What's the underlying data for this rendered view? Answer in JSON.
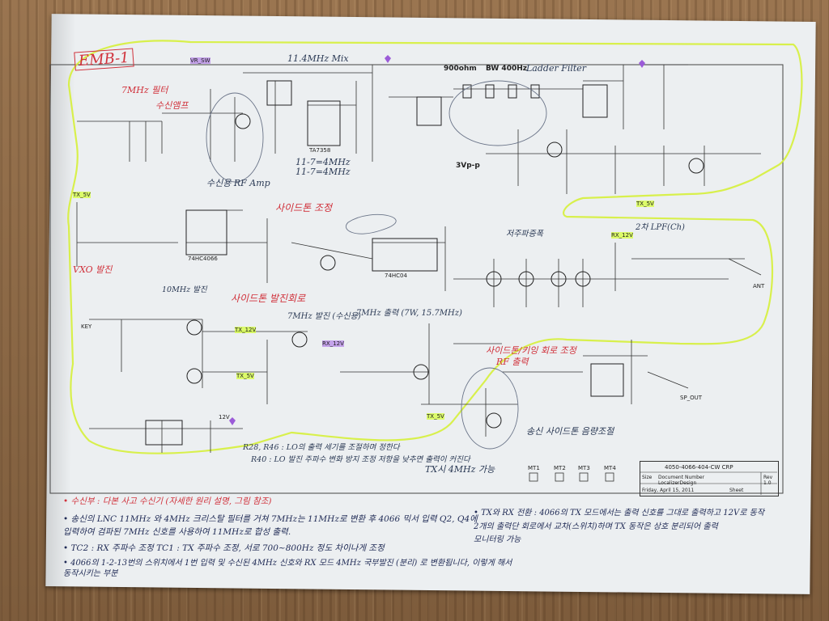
{
  "title_tag": "EMB-1",
  "sections": {
    "lpf7": "7MHz 필터",
    "rx_amp": "수신앰프",
    "rf_amp": "수신용 RF Amp",
    "mix": "11.4MHz Mix",
    "crystal_filter_freq": "900ohm",
    "crystal_filter_bw": "BW 400Hz",
    "crystal_filter_label": "Ladder Filter",
    "osc_note": "11-7=4MHz\n11-7=4MHz",
    "vfo_label": "3Vp-p",
    "side_tone": "사이드톤 조정",
    "vxo": "VXO 발진",
    "side_tone_ckt": "사이드톤 발진회로",
    "ld_note": "7MHz 발진 (수신용)",
    "tx_amp_note": "7MHz 출력 (7W, 15.7MHz)",
    "lpf_out": "2차 LPF(Ch)",
    "pa_note": "저주파증폭",
    "bpf_note": "사이드톤/키잉 회로 조정",
    "rf_out_note": "RF 출력",
    "audio_note": "송신 사이드톤 음량조절",
    "tx_note": "TX시 4MHz 가능",
    "rss_note": "R28, R46 : LO의 출력 세기를 조절하며 정한다",
    "rss_note2": "R40 : LO 발진 주파수 변화 방지 조정 저항을 낮추면 출력이 커진다",
    "vr_note": "10MHz 발진"
  },
  "voltages": [
    "VR_SW",
    "TX_5V",
    "RX_12V",
    "TX_12V",
    "TX_5V",
    "RX_12V",
    "TX_5V",
    "TX_5V"
  ],
  "top_labels": {
    "mix_ic": "TA7358",
    "u4": "74HC04",
    "u2": "74HC4066",
    "ant": "ANT",
    "key": "KEY",
    "sp_out": "SP_OUT",
    "pwr": "12V"
  },
  "title_block": {
    "title": "4050-4066-404-CW CRP",
    "size": "Size",
    "document_number": "Document Number",
    "doc": "LocalizerDesign",
    "date": "Friday, April 15, 2011",
    "sheet": "Sheet",
    "rev": "Rev",
    "rev_val": "1.0"
  },
  "mounting_holes": [
    "MT1",
    "MT2",
    "MT3",
    "MT4"
  ],
  "bottom_notes": [
    "• 수신부 : 다본 사고 수신기 (자세한 원리 설명, 그림 참조)",
    "• 송신의 LNC 11MHz 와 4MHz 크리스탈 필터를 거쳐 7MHz는 11MHz로 변환 후 4066 믹서 입력 Q2, Q4에",
    "  입력하여 검파된 7MHz 신호를 사용하여 11MHz로 합성 출력.",
    "• TC2 : RX 주파수 조정     TC1 : TX 주파수 조정,   서로 700~800Hz 정도 차이나게 조정",
    "• 4066의 1-2-13번의 스위치에서 1번 입력 및 수신된 4MHz 신호와 RX 모드 4MHz 국부발진 (분리) 로 변환됩니다, 이렇게 해서 동작시키는 부분"
  ],
  "right_notes": [
    "• TX와 RX 전환 : 4066의 TX 모드에서는 출력 신호를 그대로 출력하고 12V로 동작",
    "  2개의 출력단 회로에서 교차(스위치)하며 TX 동작은 상호 분리되어 출력",
    "  모니터링 가능"
  ]
}
